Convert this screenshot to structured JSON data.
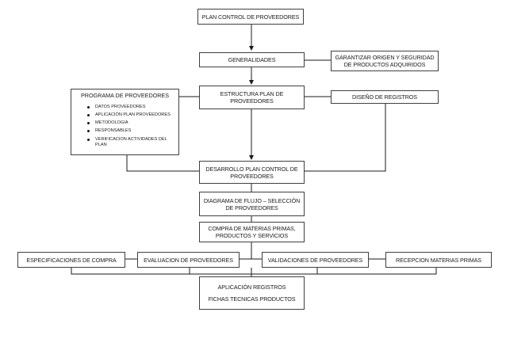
{
  "diagram": {
    "title": "PLAN CONTROL DE PROVEEDORES",
    "generalidades": "GENERALIDADES",
    "garantizar": [
      "GARANTIZAR ORIGEN Y SEGURIDAD",
      "DE PRODUCTOS ADQUIRIDOS"
    ],
    "estructura": [
      "ESTRUCTURA PLAN DE",
      "PROVEEDORES"
    ],
    "diseno": "DISEÑO DE REGISTROS",
    "programa": {
      "title": "PROGRAMA DE PROVEEDORES",
      "items": [
        "DATOS PROVEEDORES",
        "APLICACIÓN PLAN PROVEEDORES",
        "METODOLOGIA",
        "RESPONSABLES",
        "VERIFICACION ACTIVIDADES DEL PLAN"
      ]
    },
    "desarrollo": [
      "DESARROLLO PLAN CONTROL DE",
      "PROVEEDORES"
    ],
    "diagrama_flujo": [
      "DIAGRAMA DE FLUJO – SELECCIÓN",
      "DE PROVEEDORES"
    ],
    "compra": [
      "COMPRA DE MATERIAS PRIMAS,",
      "PRODUCTOS Y SERVICIOS"
    ],
    "especificaciones": "ESPECIFICACIONES DE COMPRA",
    "evaluacion": "EVALUACION DE PROVEEDORES",
    "validaciones": "VALIDACIONES DE PROVEEDORES",
    "recepcion": "RECEPCION MATERIAS PRIMAS",
    "aplicacion": [
      "APLICACIÓN REGISTROS",
      "FICHAS TECNICAS PRODUCTOS"
    ]
  },
  "colors": {
    "line": "#1a1a1a",
    "border": "#404040"
  }
}
